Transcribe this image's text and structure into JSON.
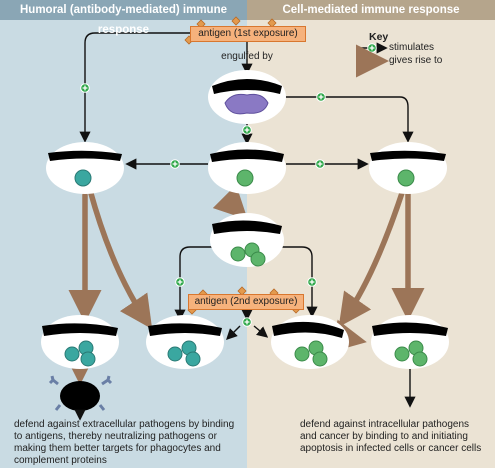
{
  "panels": {
    "left_title": "Humoral (antibody-mediated) immune response",
    "right_title": "Cell-mediated immune response",
    "left_color": "#c9dbe3",
    "right_color": "#ebe3d4",
    "left_header_color": "#8aa6b5",
    "right_header_color": "#b5a58c"
  },
  "labels": {
    "antigen_first": "antigen (1st exposure)",
    "engulfed_by": "engulfed by",
    "antigen_second": "antigen (2nd exposure)"
  },
  "key": {
    "title": "Key",
    "stimulates": "stimulates",
    "gives_rise_to": "gives rise to"
  },
  "captions": {
    "humoral_line1": "defend against extracellular pathogens by binding",
    "humoral_line2": "to antigens, thereby neutralizing pathogens or",
    "humoral_line3": "making them better targets for phagocytes and",
    "humoral_line4": "complement proteins",
    "cell_line1": "defend against intracellular pathogens",
    "cell_line2": "and cancer by binding to and initiating",
    "cell_line3": "apoptosis in infected cells or cancer cells"
  },
  "colors": {
    "arrow_brown": "#9c7558",
    "stimulate_green": "#2fa84a",
    "cell_teal": "#3aa7a0",
    "cell_green": "#5db56b",
    "macrophage_purple": "#8a79c4"
  }
}
